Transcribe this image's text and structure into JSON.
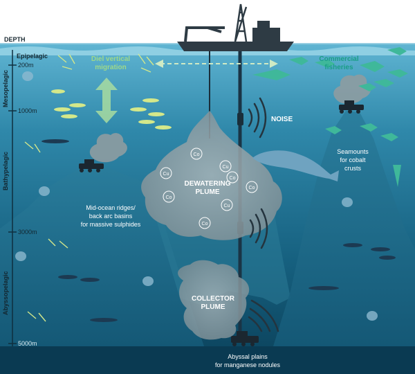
{
  "depth_axis": {
    "title": "DEPTH",
    "zones": [
      "Epipelagic",
      "Mesopelagic",
      "Bathypelagic",
      "Abyssopelagic"
    ],
    "depths": [
      "200m",
      "1000m",
      "3000m",
      "5000m"
    ]
  },
  "labels": {
    "diel_line1": "Diel vertical",
    "diel_line2": "migration",
    "fisheries_line1": "Commercial",
    "fisheries_line2": "fisheries",
    "noise": "NOISE",
    "dewatering_line1": "DEWATERING",
    "dewatering_line2": "PLUME",
    "collector_line1": "COLLECTOR",
    "collector_line2": "PLUME",
    "ridges_line1": "Mid-ocean ridges/",
    "ridges_line2": "back arc basins",
    "ridges_line3": "for massive sulphides",
    "seamounts_line1": "Seamounts",
    "seamounts_line2": "for cobalt",
    "seamounts_line3": "crusts",
    "abyssal_line1": "Abyssal plains",
    "abyssal_line2": "for manganese nodules"
  },
  "metal_markers": [
    "Co",
    "Cu",
    "Cu",
    "Co",
    "Co",
    "Co",
    "Cu",
    "Co"
  ],
  "colors": {
    "surface_water": "#4aa3c4",
    "deep_water": "#0b4761",
    "mountain": "#1d6a88",
    "plume": "#9aa8ad",
    "green_label": "#9ed98a",
    "fish_green": "#3fb89a",
    "fish_yellow": "#d4e88a",
    "fish_dark": "#1c3a52",
    "ship": "#2e3b44"
  }
}
